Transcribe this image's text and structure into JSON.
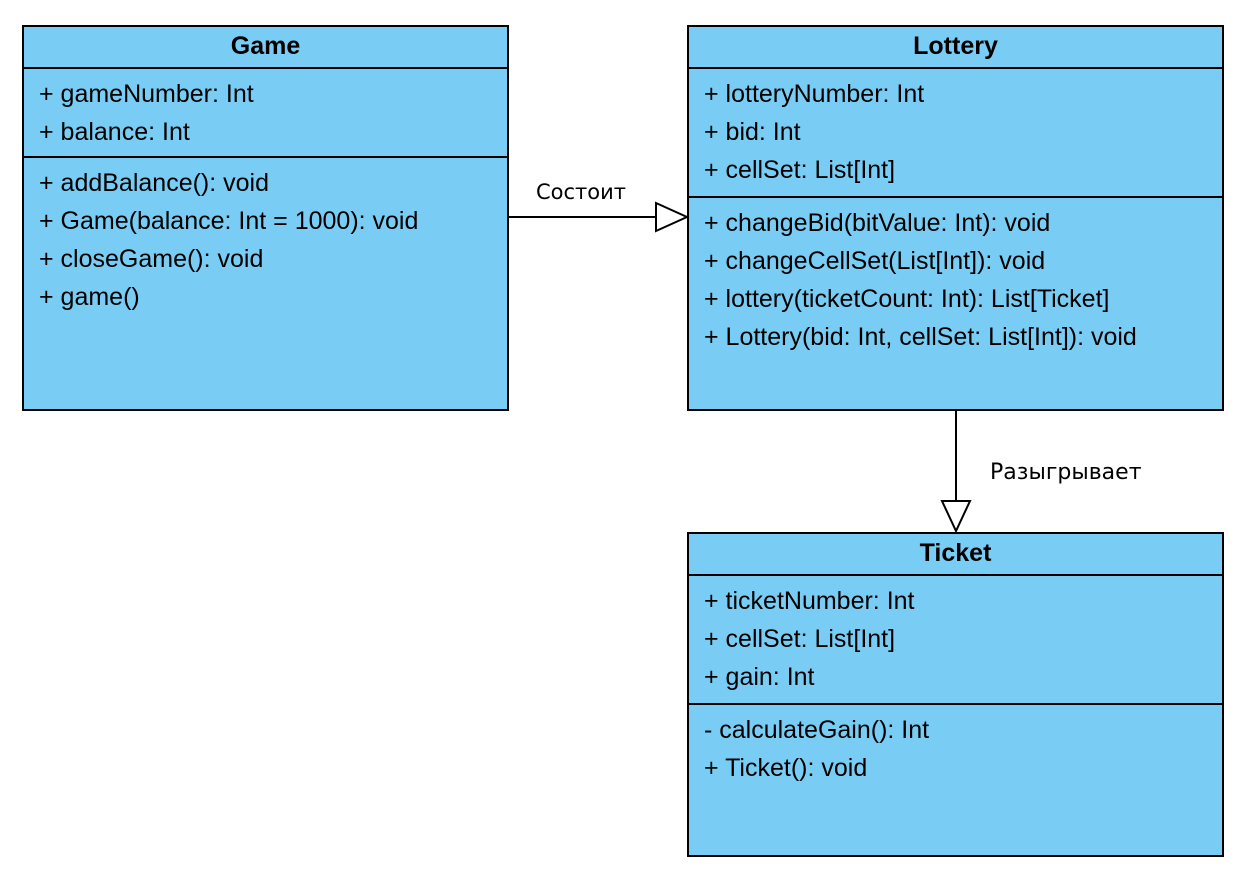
{
  "classes": {
    "game": {
      "name": "Game",
      "attributes": [
        "+ gameNumber: Int",
        "+ balance: Int"
      ],
      "methods": [
        "+ addBalance(): void",
        "+ Game(balance: Int = 1000): void",
        "+ closeGame(): void",
        "+ game()"
      ]
    },
    "lottery": {
      "name": "Lottery",
      "attributes": [
        "+ lotteryNumber: Int",
        "+ bid: Int",
        "+ cellSet: List[Int]"
      ],
      "methods": [
        "+ changeBid(bitValue: Int): void",
        "+ changeCellSet(List[Int]): void",
        "+ lottery(ticketCount: Int): List[Ticket]",
        "+ Lottery(bid: Int, cellSet: List[Int]): void"
      ]
    },
    "ticket": {
      "name": "Ticket",
      "attributes": [
        "+ ticketNumber: Int",
        "+ cellSet: List[Int]",
        "+ gain: Int"
      ],
      "methods": [
        "- calculateGain(): Int",
        "+ Ticket(): void"
      ]
    }
  },
  "relations": [
    {
      "from": "Game",
      "to": "Lottery",
      "label": "Состоит"
    },
    {
      "from": "Lottery",
      "to": "Ticket",
      "label": "Разыгрывает"
    }
  ],
  "colors": {
    "class_fill": "#79cdf4",
    "stroke": "#000000",
    "background": "#ffffff"
  }
}
